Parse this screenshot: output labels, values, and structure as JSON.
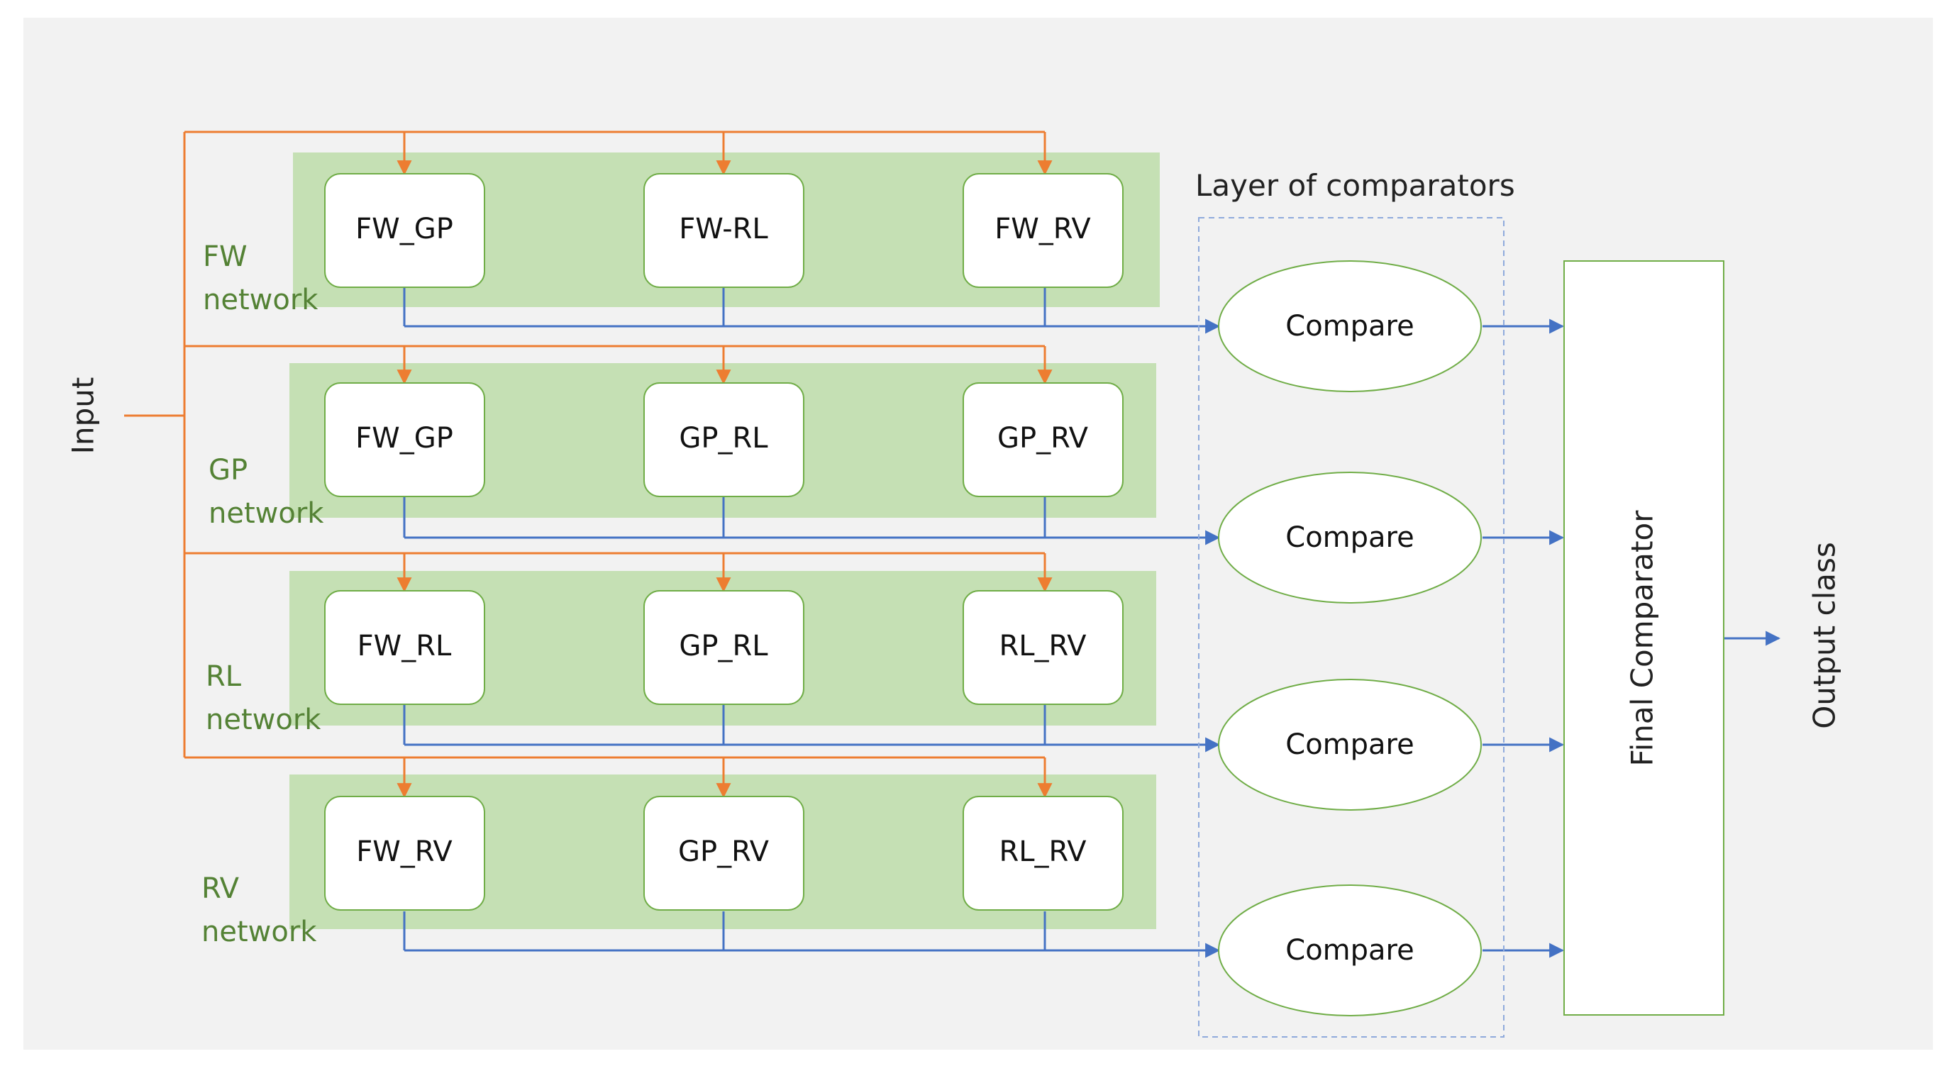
{
  "colors": {
    "background": "#f2f2f2",
    "network_band": "#c5e0b4",
    "network_label": "#548235",
    "box_border": "#70ad47",
    "orange_line": "#ed7d31",
    "blue_line": "#4472c4",
    "dash_border": "#8faadc"
  },
  "input_label": "Input",
  "networks": [
    {
      "label_line1": "FW",
      "label_line2": "network",
      "boxes": [
        "FW_GP",
        "FW-RL",
        "FW_RV"
      ]
    },
    {
      "label_line1": "GP",
      "label_line2": "network",
      "boxes": [
        "FW_GP",
        "GP_RL",
        "GP_RV"
      ]
    },
    {
      "label_line1": "RL",
      "label_line2": "network",
      "boxes": [
        "FW_RL",
        "GP_RL",
        "RL_RV"
      ]
    },
    {
      "label_line1": "RV",
      "label_line2": "network",
      "boxes": [
        "FW_RV",
        "GP_RV",
        "RL_RV"
      ]
    }
  ],
  "comparator_layer_label": "Layer of comparators",
  "comparators": [
    "Compare",
    "Compare",
    "Compare",
    "Compare"
  ],
  "final_comparator_label": "Final Comparator",
  "output_label": "Output class"
}
